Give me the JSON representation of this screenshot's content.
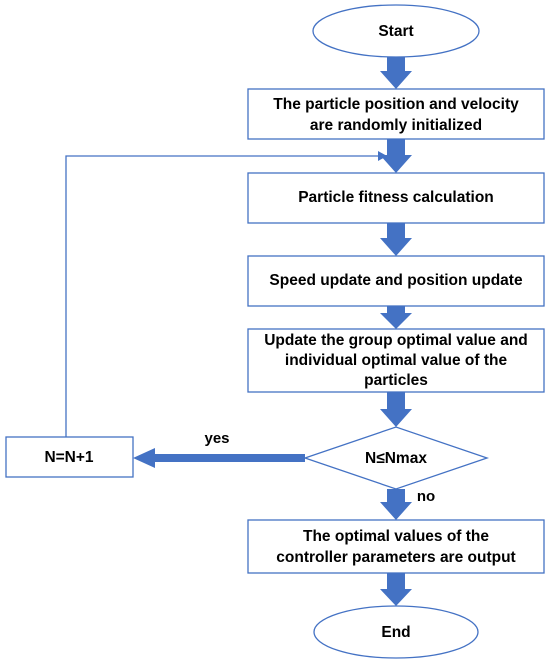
{
  "nodes": {
    "start": "Start",
    "init": [
      "The particle position and velocity",
      "are randomly initialized"
    ],
    "fitness": "Particle fitness calculation",
    "update": "Speed update and position update",
    "optimal": [
      "Update the group optimal value and",
      "individual optimal value of the",
      "particles"
    ],
    "decision": "N≤Nmax",
    "increment": "N=N+1",
    "output": [
      "The optimal values of the",
      "controller parameters are output"
    ],
    "end": "End"
  },
  "edges": {
    "yes": "yes",
    "no": "no"
  },
  "colors": {
    "accent": "#4472c4",
    "background": "#ffffff",
    "text": "#000000"
  }
}
